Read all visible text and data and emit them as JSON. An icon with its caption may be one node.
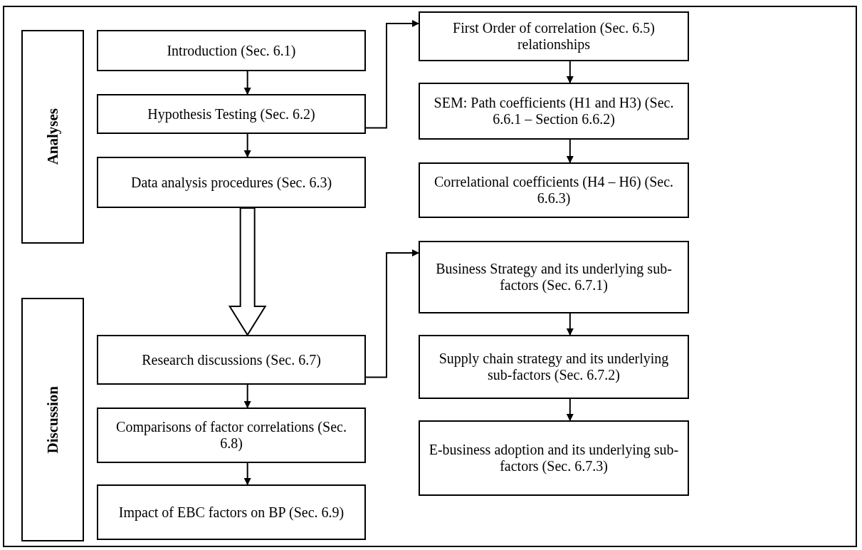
{
  "diagram": {
    "nodes": [
      {
        "text": [
          "Analyses"
        ]
      },
      {
        "text": [
          "Discussion"
        ]
      },
      {
        "text": [
          "Introduction (Sec. 6.1)"
        ]
      },
      {
        "text": [
          "Hypothesis Testing (Sec. 6.2)"
        ]
      },
      {
        "text": [
          "Data analysis procedures (Sec. 6.3)"
        ]
      },
      {
        "text": [
          "Research discussions (Sec. 6.7)"
        ]
      },
      {
        "text": [
          "Comparisons of factor correlations (Sec. 6.8)"
        ]
      },
      {
        "text": [
          "Impact of EBC factors on BP (Sec. 6.9)"
        ]
      },
      {
        "text": [
          "First Order of correlation (Sec. 6.5) relationships"
        ]
      },
      {
        "text": [
          "SEM: Path coefficients (H1 and H3) (Sec. 6.6.1 – Section 6.6.2)"
        ]
      },
      {
        "text": [
          "Correlational coefficients (H4 – H6) (Sec. 6.6.3)"
        ]
      },
      {
        "text": [
          "Business Strategy and its underlying sub-factors (Sec. 6.7.1)"
        ]
      },
      {
        "text": [
          "Supply chain strategy and its underlying sub-factors (Sec. 6.7.2)"
        ]
      },
      {
        "text": [
          "E-business adoption and its underlying sub-factors (Sec. 6.7.3)"
        ]
      }
    ],
    "edges": [
      {
        "from": 2,
        "to": 3,
        "arrow": "to"
      },
      {
        "from": 3,
        "to": 4,
        "arrow": "to"
      },
      {
        "from": 3,
        "to": 8,
        "arrow": "to"
      },
      {
        "from": 8,
        "to": 9,
        "arrow": "to"
      },
      {
        "from": 9,
        "to": 10,
        "arrow": "to"
      },
      {
        "from": 4,
        "to": 5,
        "arrow": "to",
        "style": "thick"
      },
      {
        "from": 5,
        "to": 11,
        "arrow": "to"
      },
      {
        "from": 11,
        "to": 12,
        "arrow": "to"
      },
      {
        "from": 12,
        "to": 13,
        "arrow": "to"
      },
      {
        "from": 5,
        "to": 6,
        "arrow": "to"
      },
      {
        "from": 6,
        "to": 7,
        "arrow": "to"
      }
    ]
  }
}
